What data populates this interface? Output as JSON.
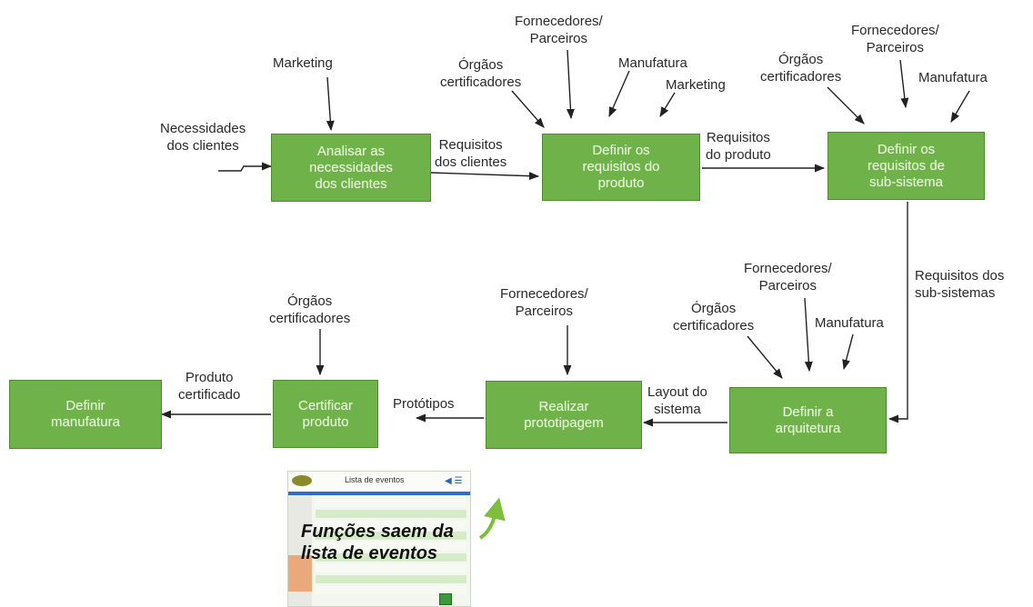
{
  "processes": {
    "analisar": "Analisar as\nnecessidades\ndos clientes",
    "req_produto": "Definir os\nrequisitos do\nproduto",
    "req_subsistema": "Definir os\nrequisitos de\nsub-sistema",
    "arquitetura": "Definir a\narquitetura",
    "prototipagem": "Realizar\nprototipagem",
    "certificar": "Certificar\nproduto",
    "manufatura": "Definir\nmanufatura"
  },
  "labels": {
    "necessidades": "Necessidades\ndos clientes",
    "marketing_1": "Marketing",
    "requisitos_clientes": "Requisitos\ndos clientes",
    "orgaos_1": "Órgãos\ncertificadores",
    "fornecedores_1": "Fornecedores/\nParceiros",
    "manufatura_1": "Manufatura",
    "marketing_2": "Marketing",
    "requisitos_produto": "Requisitos\ndo produto",
    "orgaos_2": "Órgãos\ncertificadores",
    "fornecedores_2": "Fornecedores/\nParceiros",
    "manufatura_2": "Manufatura",
    "requisitos_subsistemas": "Requisitos dos\nsub-sistemas",
    "fornecedores_3": "Fornecedores/\nParceiros",
    "orgaos_3": "Órgãos\ncertificadores",
    "manufatura_3": "Manufatura",
    "layout_sistema": "Layout do\nsistema",
    "fornecedores_4": "Fornecedores/\nParceiros",
    "prototipos": "Protótipos",
    "orgaos_4": "Órgãos\ncertificadores",
    "produto_certificado": "Produto\ncertificado"
  },
  "thumbnail": {
    "title": "Lista de eventos",
    "caption": "Funções saem da\nlista de eventos"
  },
  "colors": {
    "process_fill": "#6fb24a",
    "process_text": "#e8f5dc",
    "arrow": "#222222",
    "curve_arrow": "#7bbf3a"
  }
}
